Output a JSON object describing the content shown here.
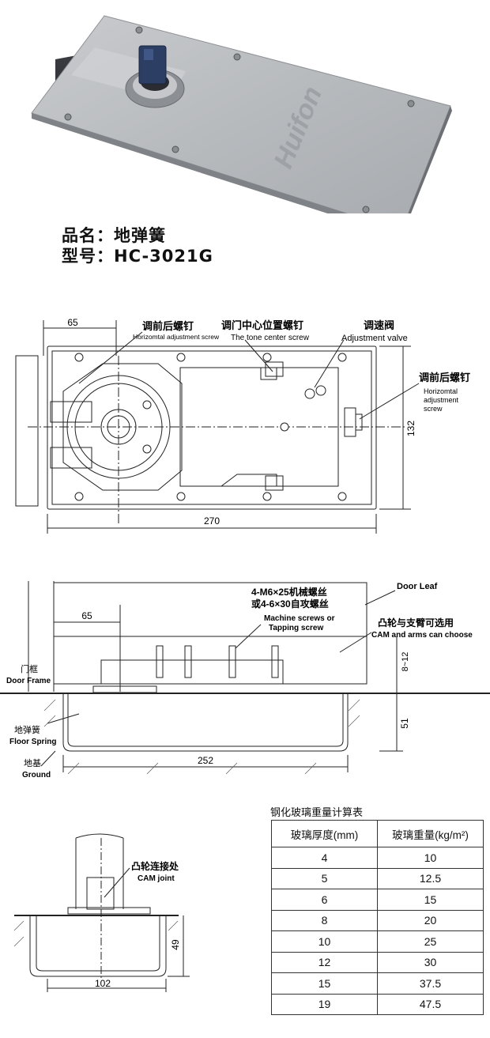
{
  "product": {
    "name_line": "品名：地弹簧",
    "model_line": "型号：HC-3021G",
    "brand": "Huifon"
  },
  "plan_view": {
    "dim_65": "65",
    "dim_270": "270",
    "dim_132": "132",
    "label_front_back_screw": "调前后螺钉",
    "label_front_back_screw_en": "Horizomtal adjustment screw",
    "label_center_screw": "调门中心位置螺钉",
    "label_center_screw_en": "The tone center screw",
    "label_valve": "调速阀",
    "label_valve_en": "Adjustment valve",
    "label_right_screw": "调前后螺钉",
    "label_right_screw_en_1": "Horizomtal",
    "label_right_screw_en_2": "adjustment",
    "label_right_screw_en_3": "screw"
  },
  "section_view": {
    "dim_65": "65",
    "dim_252": "252",
    "dim_51": "51",
    "dim_8_12": "8~12",
    "label_door_leaf": "Door Leaf",
    "label_screws_1": "4-M6×25机械螺丝",
    "label_screws_2": "或4-6×30自攻螺丝",
    "label_screws_en_1": "Machine screws or",
    "label_screws_en_2": "Tapping screw",
    "label_cam": "凸轮与支臂可选用",
    "label_cam_en": "CAM and arms can choose",
    "label_door_frame": "门框",
    "label_door_frame_en": "Door Frame",
    "label_floor_spring": "地弹簧",
    "label_floor_spring_en": "Floor Spring",
    "label_ground": "地基",
    "label_ground_en": "Ground"
  },
  "side_view": {
    "dim_49": "49",
    "dim_102": "102",
    "label_cam_joint": "凸轮连接处",
    "label_cam_joint_en": "CAM joint"
  },
  "glass_table": {
    "title": "钢化玻璃重量计算表",
    "col1": "玻璃厚度(mm)",
    "col2": "玻璃重量(kg/m²)",
    "rows": [
      [
        "4",
        "10"
      ],
      [
        "5",
        "12.5"
      ],
      [
        "6",
        "15"
      ],
      [
        "8",
        "20"
      ],
      [
        "10",
        "25"
      ],
      [
        "12",
        "30"
      ],
      [
        "15",
        "37.5"
      ],
      [
        "19",
        "47.5"
      ]
    ]
  }
}
